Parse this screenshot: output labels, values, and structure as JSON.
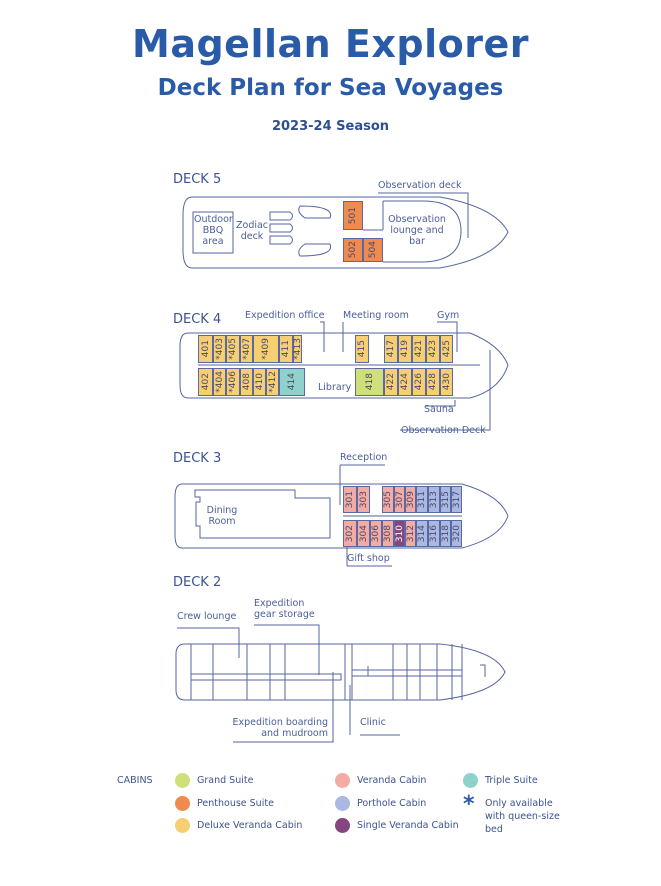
{
  "header": {
    "title": "Magellan Explorer",
    "subtitle": "Deck Plan for Sea Voyages",
    "season": "2023-24 Season"
  },
  "colors": {
    "deluxe": "#f6cf72",
    "penthouse": "#ef8b4f",
    "grand": "#cfe07a",
    "triple": "#8fd2cc",
    "veranda": "#f3aba3",
    "porthole": "#aab8e4",
    "single": "#87457f",
    "text": "#2a5ba8"
  },
  "decks": [
    {
      "name": "DECK 5",
      "labels": {
        "observation_deck": "Observation deck",
        "outdoor_bbq": "Outdoor BBQ area",
        "zodiac": "Zodiac deck",
        "lounge": "Observation lounge and bar"
      },
      "cabins": [
        {
          "num": "501",
          "type": "penthouse"
        },
        {
          "num": "502",
          "type": "penthouse"
        },
        {
          "num": "504",
          "type": "penthouse"
        }
      ]
    },
    {
      "name": "DECK 4",
      "labels": {
        "expedition_office": "Expedition office",
        "meeting_room": "Meeting room",
        "gym": "Gym",
        "library": "Library",
        "sauna": "Sauna",
        "observation_deck": "Observation Deck"
      },
      "cabins": [
        {
          "num": "401",
          "type": "deluxe"
        },
        {
          "num": "*403",
          "type": "deluxe"
        },
        {
          "num": "*405",
          "type": "deluxe"
        },
        {
          "num": "*407",
          "type": "deluxe"
        },
        {
          "num": "*409",
          "type": "deluxe"
        },
        {
          "num": "411",
          "type": "deluxe"
        },
        {
          "num": "*413",
          "type": "deluxe"
        },
        {
          "num": "402",
          "type": "deluxe"
        },
        {
          "num": "*404",
          "type": "deluxe"
        },
        {
          "num": "*406",
          "type": "deluxe"
        },
        {
          "num": "408",
          "type": "deluxe"
        },
        {
          "num": "410",
          "type": "deluxe"
        },
        {
          "num": "*412",
          "type": "deluxe"
        },
        {
          "num": "414",
          "type": "triple"
        },
        {
          "num": "415",
          "type": "deluxe"
        },
        {
          "num": "417",
          "type": "deluxe"
        },
        {
          "num": "419",
          "type": "deluxe"
        },
        {
          "num": "421",
          "type": "deluxe"
        },
        {
          "num": "423",
          "type": "deluxe"
        },
        {
          "num": "425",
          "type": "deluxe"
        },
        {
          "num": "418",
          "type": "grand"
        },
        {
          "num": "422",
          "type": "deluxe"
        },
        {
          "num": "424",
          "type": "deluxe"
        },
        {
          "num": "426",
          "type": "deluxe"
        },
        {
          "num": "428",
          "type": "deluxe"
        },
        {
          "num": "430",
          "type": "deluxe"
        }
      ]
    },
    {
      "name": "DECK 3",
      "labels": {
        "reception": "Reception",
        "gift_shop": "Gift shop",
        "dining": "Dining Room"
      },
      "cabins": [
        {
          "num": "301",
          "type": "veranda"
        },
        {
          "num": "303",
          "type": "veranda"
        },
        {
          "num": "305",
          "type": "veranda"
        },
        {
          "num": "307",
          "type": "veranda"
        },
        {
          "num": "309",
          "type": "veranda"
        },
        {
          "num": "311",
          "type": "porthole"
        },
        {
          "num": "313",
          "type": "porthole"
        },
        {
          "num": "315",
          "type": "porthole"
        },
        {
          "num": "317",
          "type": "porthole"
        },
        {
          "num": "302",
          "type": "veranda"
        },
        {
          "num": "304",
          "type": "veranda"
        },
        {
          "num": "306",
          "type": "veranda"
        },
        {
          "num": "308",
          "type": "veranda"
        },
        {
          "num": "310",
          "type": "single"
        },
        {
          "num": "312",
          "type": "veranda"
        },
        {
          "num": "314",
          "type": "porthole"
        },
        {
          "num": "316",
          "type": "porthole"
        },
        {
          "num": "318",
          "type": "porthole"
        },
        {
          "num": "320",
          "type": "porthole"
        }
      ]
    },
    {
      "name": "DECK 2",
      "labels": {
        "crew_lounge": "Crew lounge",
        "gear_storage": "Expedition gear storage",
        "boarding": "Expedition boarding and mudroom",
        "clinic": "Clinic"
      },
      "cabins": []
    }
  ],
  "legend": {
    "heading": "CABINS",
    "items": [
      {
        "label": "Grand Suite",
        "type": "grand"
      },
      {
        "label": "Penthouse Suite",
        "type": "penthouse"
      },
      {
        "label": "Deluxe Veranda Cabin",
        "type": "deluxe"
      },
      {
        "label": "Veranda Cabin",
        "type": "veranda"
      },
      {
        "label": "Porthole Cabin",
        "type": "porthole"
      },
      {
        "label": "Single Veranda Cabin",
        "type": "single"
      },
      {
        "label": "Triple Suite",
        "type": "triple"
      }
    ],
    "asterisk_note": "Only available with queen-size bed"
  }
}
